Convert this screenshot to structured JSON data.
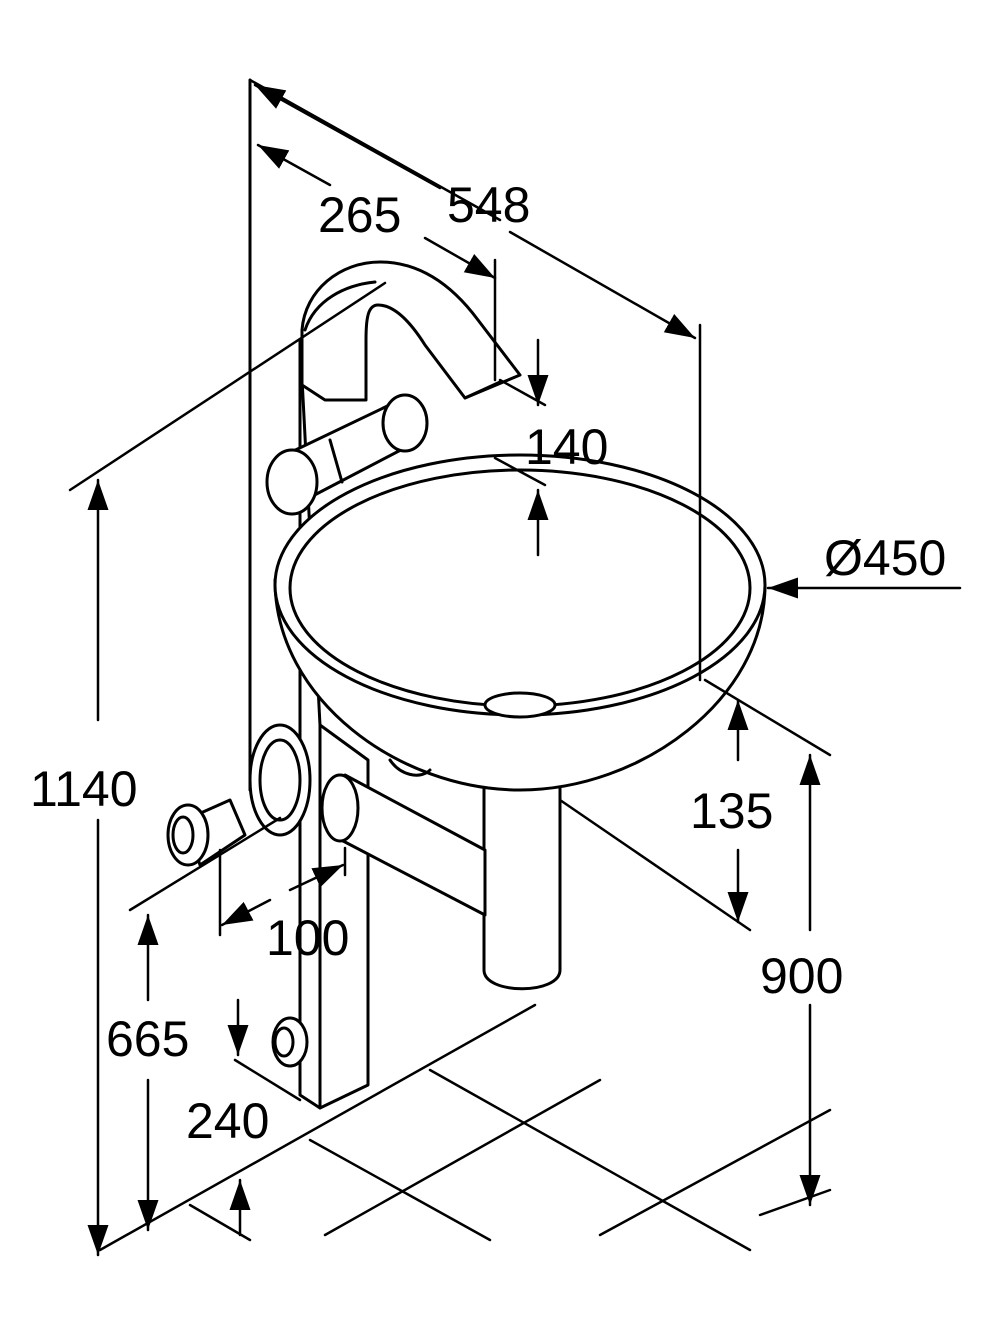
{
  "dimensions": {
    "d548": "548",
    "d265": "265",
    "d140": "140",
    "d450": "Ø450",
    "d1140": "1140",
    "d135": "135",
    "d900": "900",
    "d100": "100",
    "d665": "665",
    "d240": "240"
  }
}
